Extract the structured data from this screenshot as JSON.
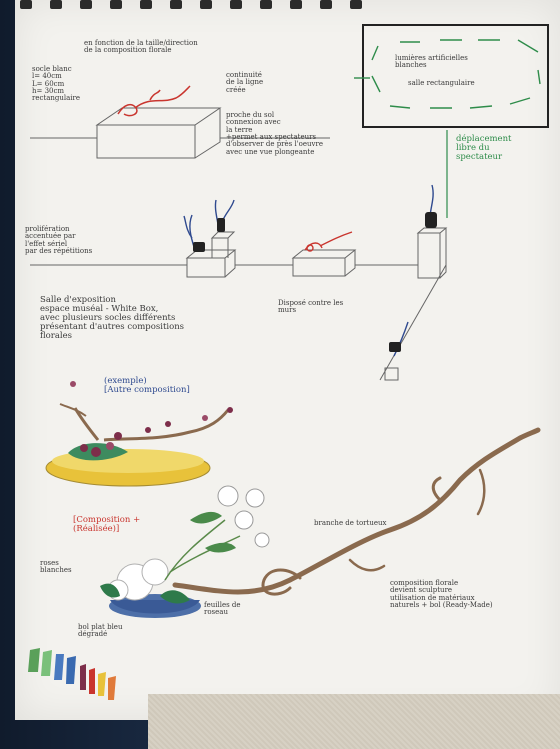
{
  "sketch": {
    "top_note": "en fonction de la taille/direction\nde la composition florale",
    "socle": "socle blanc\nl= 40cm\nL= 60cm\nh= 30cm\nrectangulaire",
    "continuite": "continuité\nde la ligne\ncréée",
    "proche_sol": "proche du sol\nconnexion avec\nla terre\n+permet aux spectateurs\nd'observer de près l'oeuvre\navec une vue plongeante",
    "lumieres": "lumières artificielles\nblanches",
    "salle_rect": "salle rectangulaire",
    "deplacement": "déplacement\nlibre du\nspectateur",
    "prolifer": "prolifération\naccentuée par\nl'effet sériel\npar des répétitions",
    "salle_expo": "Salle d'exposition\nespace muséal - White Box,\navec plusieurs socles différents\nprésentant d'autres compositions\nflorales",
    "dispose": "Disposé contre les\nmurs",
    "autre": "(exemple)\n[Autre composition]",
    "realisee": "[Composition +\n(Réalisée)]",
    "branche": "branche de tortueux",
    "roses": "roses\nblanches",
    "feuilles": "feuilles de\nroseau",
    "bol": "bol plat bleu\ndégradé",
    "composition_florale": "composition florale\ndevient sculpture\nutilisation de matériaux\nnaturels + bol (Ready-Made)"
  },
  "colors": {
    "paper": "#f3f2ee",
    "pencil": "#5a5a5a",
    "red": "#c9352e",
    "green": "#2e8c4a",
    "blue": "#2f4a8f",
    "yellow": "#e8c23a",
    "brown": "#8a6a4e"
  }
}
